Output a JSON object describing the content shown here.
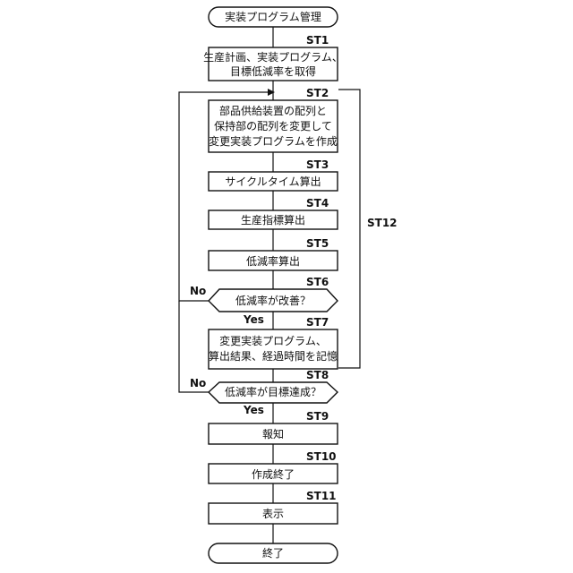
{
  "nodes": {
    "start": "実装プログラム管理",
    "st1": [
      "生産計画、実装プログラム、",
      "目標低減率を取得"
    ],
    "st2": [
      "部品供給装置の配列と",
      "保持部の配列を変更して",
      "変更実装プログラムを作成"
    ],
    "st3": "サイクルタイム算出",
    "st4": "生産指標算出",
    "st5": "低減率算出",
    "st6": "低減率が改善？",
    "st7": [
      "変更実装プログラム、",
      "算出結果、経過時間を記憶"
    ],
    "st8": "低減率が目標達成？",
    "st9": "報知",
    "st10": "作成終了",
    "st11": "表示",
    "end": "終了"
  },
  "step_labels": {
    "st1": "ST1",
    "st2": "ST2",
    "st3": "ST3",
    "st4": "ST4",
    "st5": "ST5",
    "st6": "ST6",
    "st7": "ST7",
    "st8": "ST8",
    "st9": "ST9",
    "st10": "ST10",
    "st11": "ST11",
    "st12": "ST12"
  },
  "branch_labels": {
    "st6_no": "No",
    "st6_yes": "Yes",
    "st8_no": "No",
    "st8_yes": "Yes"
  }
}
